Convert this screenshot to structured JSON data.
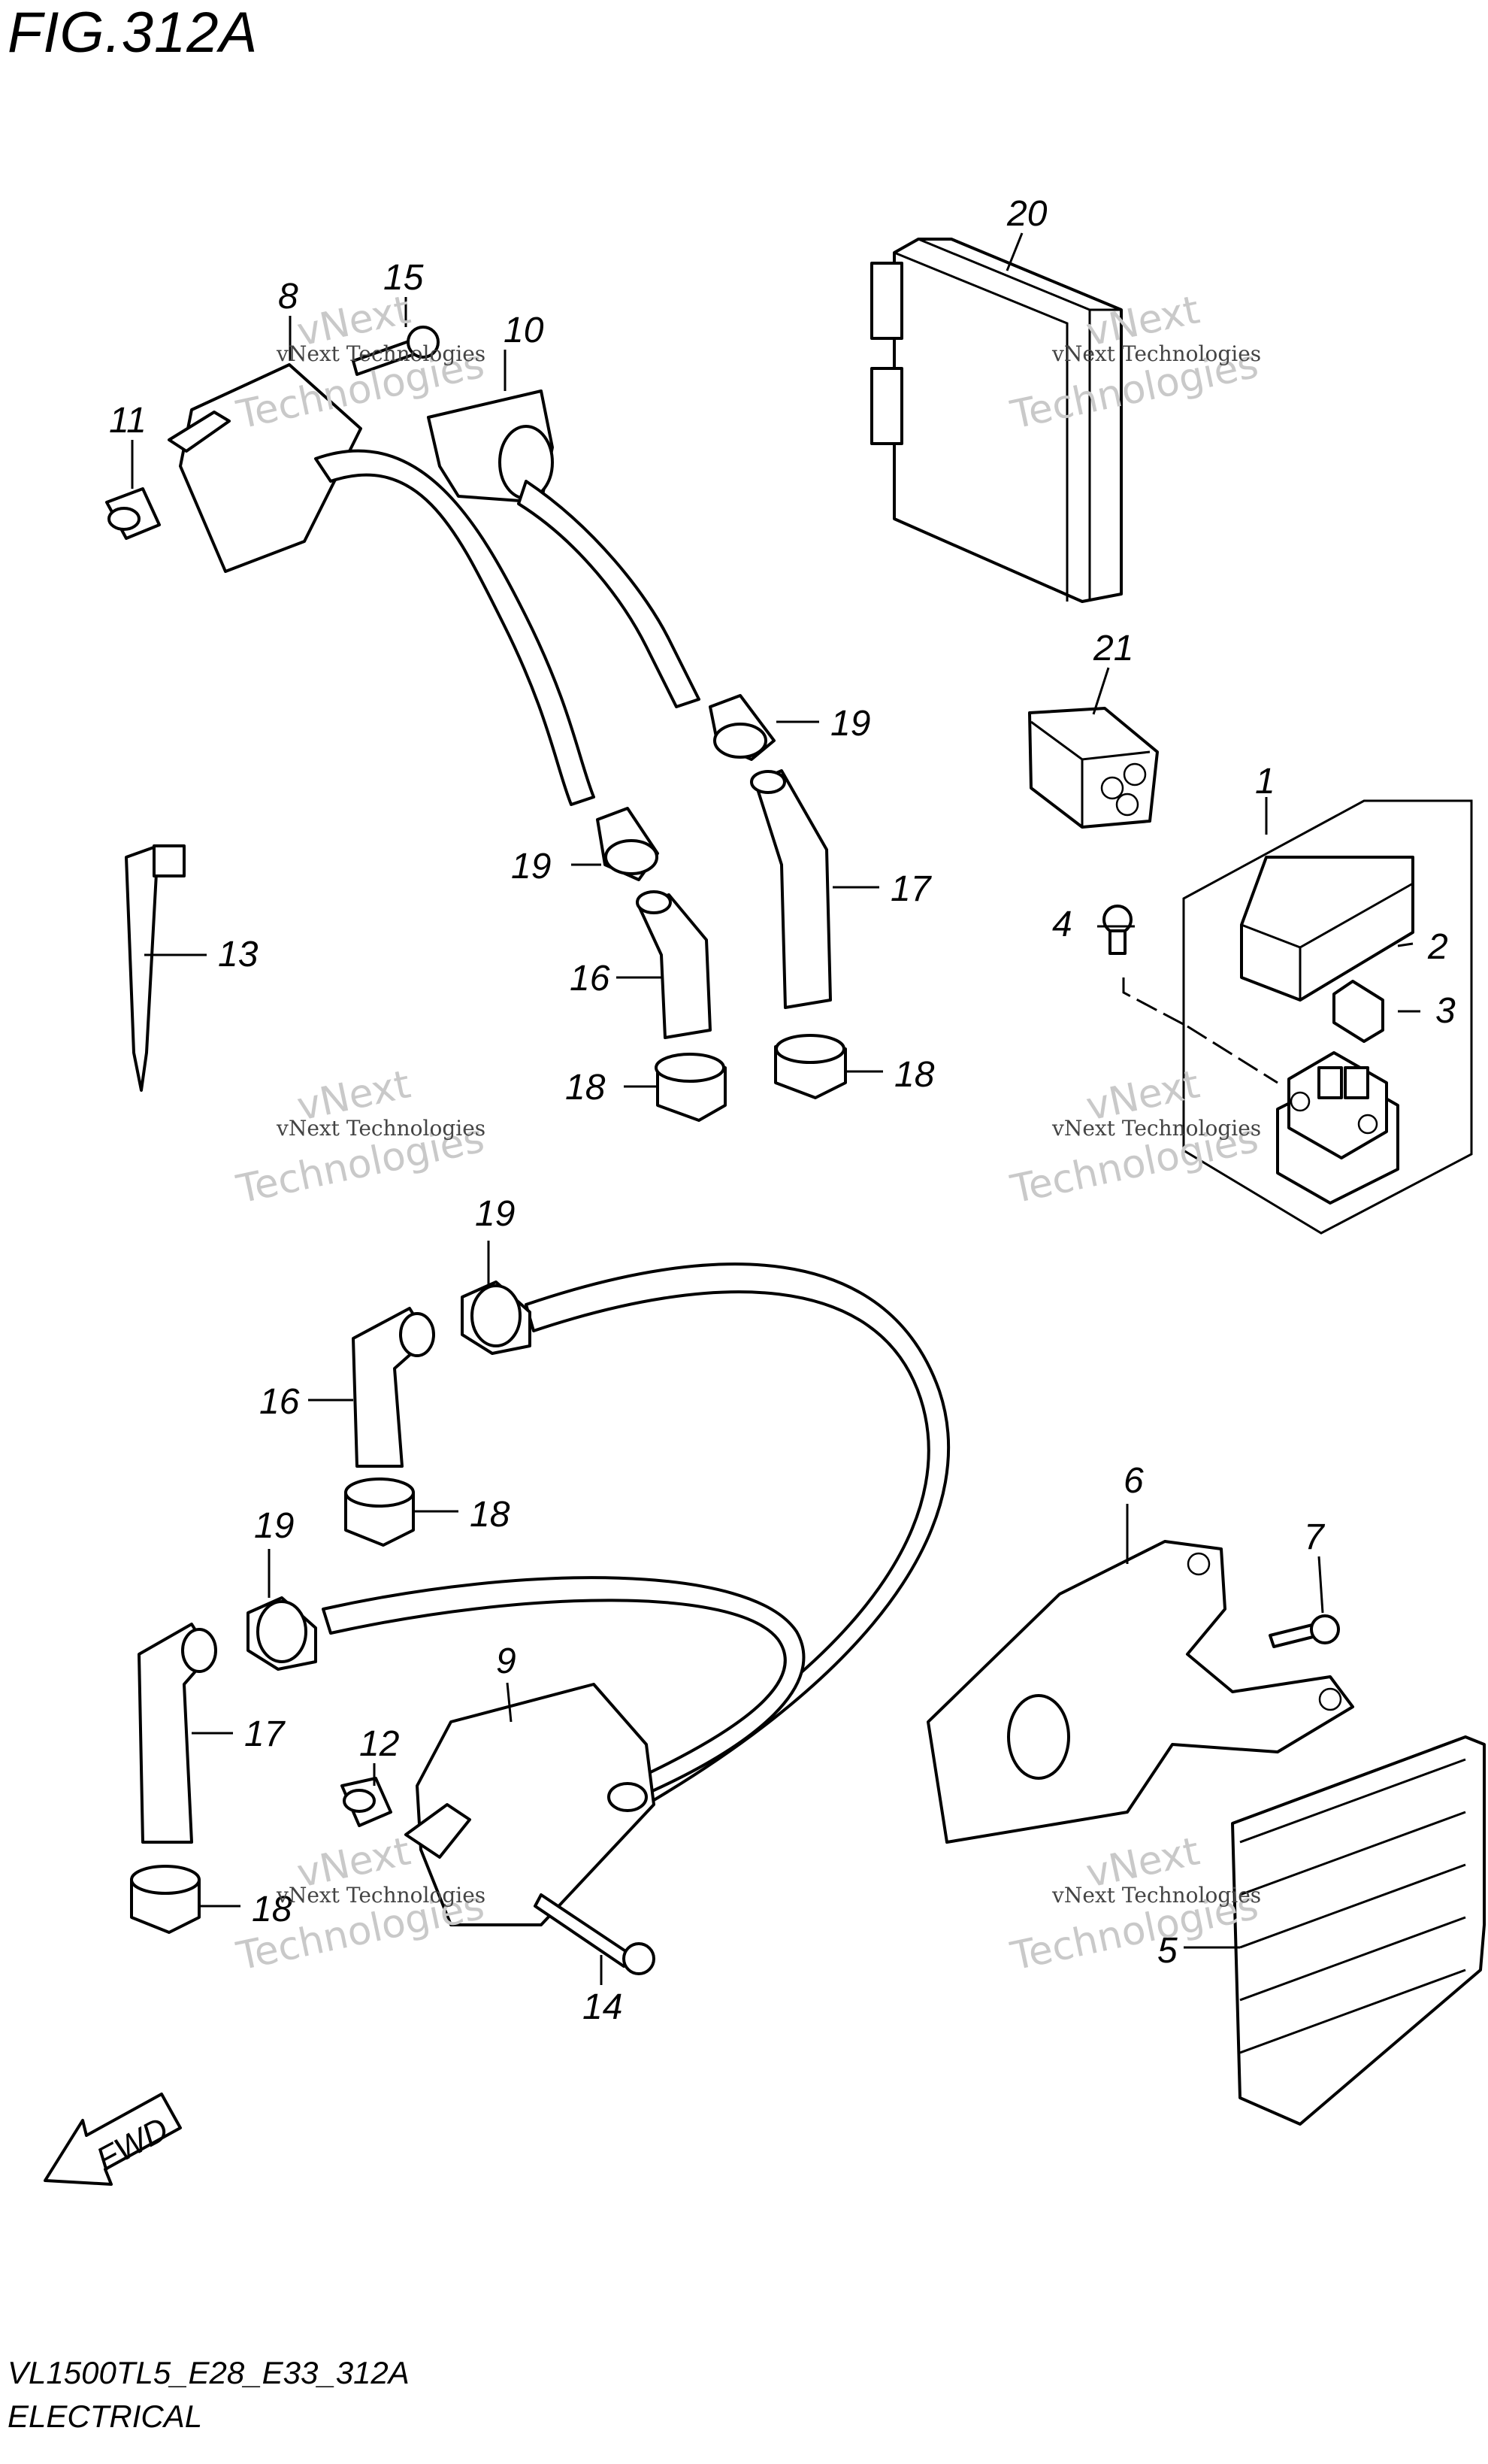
{
  "figure": {
    "title": "FIG.312A",
    "model_code": "VL1500TL5_E28_E33_312A",
    "section_name": "ELECTRICAL"
  },
  "direction_arrow": {
    "label": "FWD"
  },
  "watermark": {
    "line1": "vNext Technologies",
    "line2": "vNext",
    "line3": "Technologies"
  },
  "callouts": {
    "c1": "1",
    "c2": "2",
    "c3": "3",
    "c4": "4",
    "c5": "5",
    "c6": "6",
    "c7": "7",
    "c8": "8",
    "c9": "9",
    "c10": "10",
    "c11": "11",
    "c12": "12",
    "c13": "13",
    "c14": "14",
    "c15": "15",
    "c16a": "16",
    "c16b": "16",
    "c17a": "17",
    "c17b": "17",
    "c18a": "18",
    "c18b": "18",
    "c18c": "18",
    "c18d": "18",
    "c19a": "19",
    "c19b": "19",
    "c19c": "19",
    "c19d": "19",
    "c20": "20",
    "c21": "21"
  }
}
